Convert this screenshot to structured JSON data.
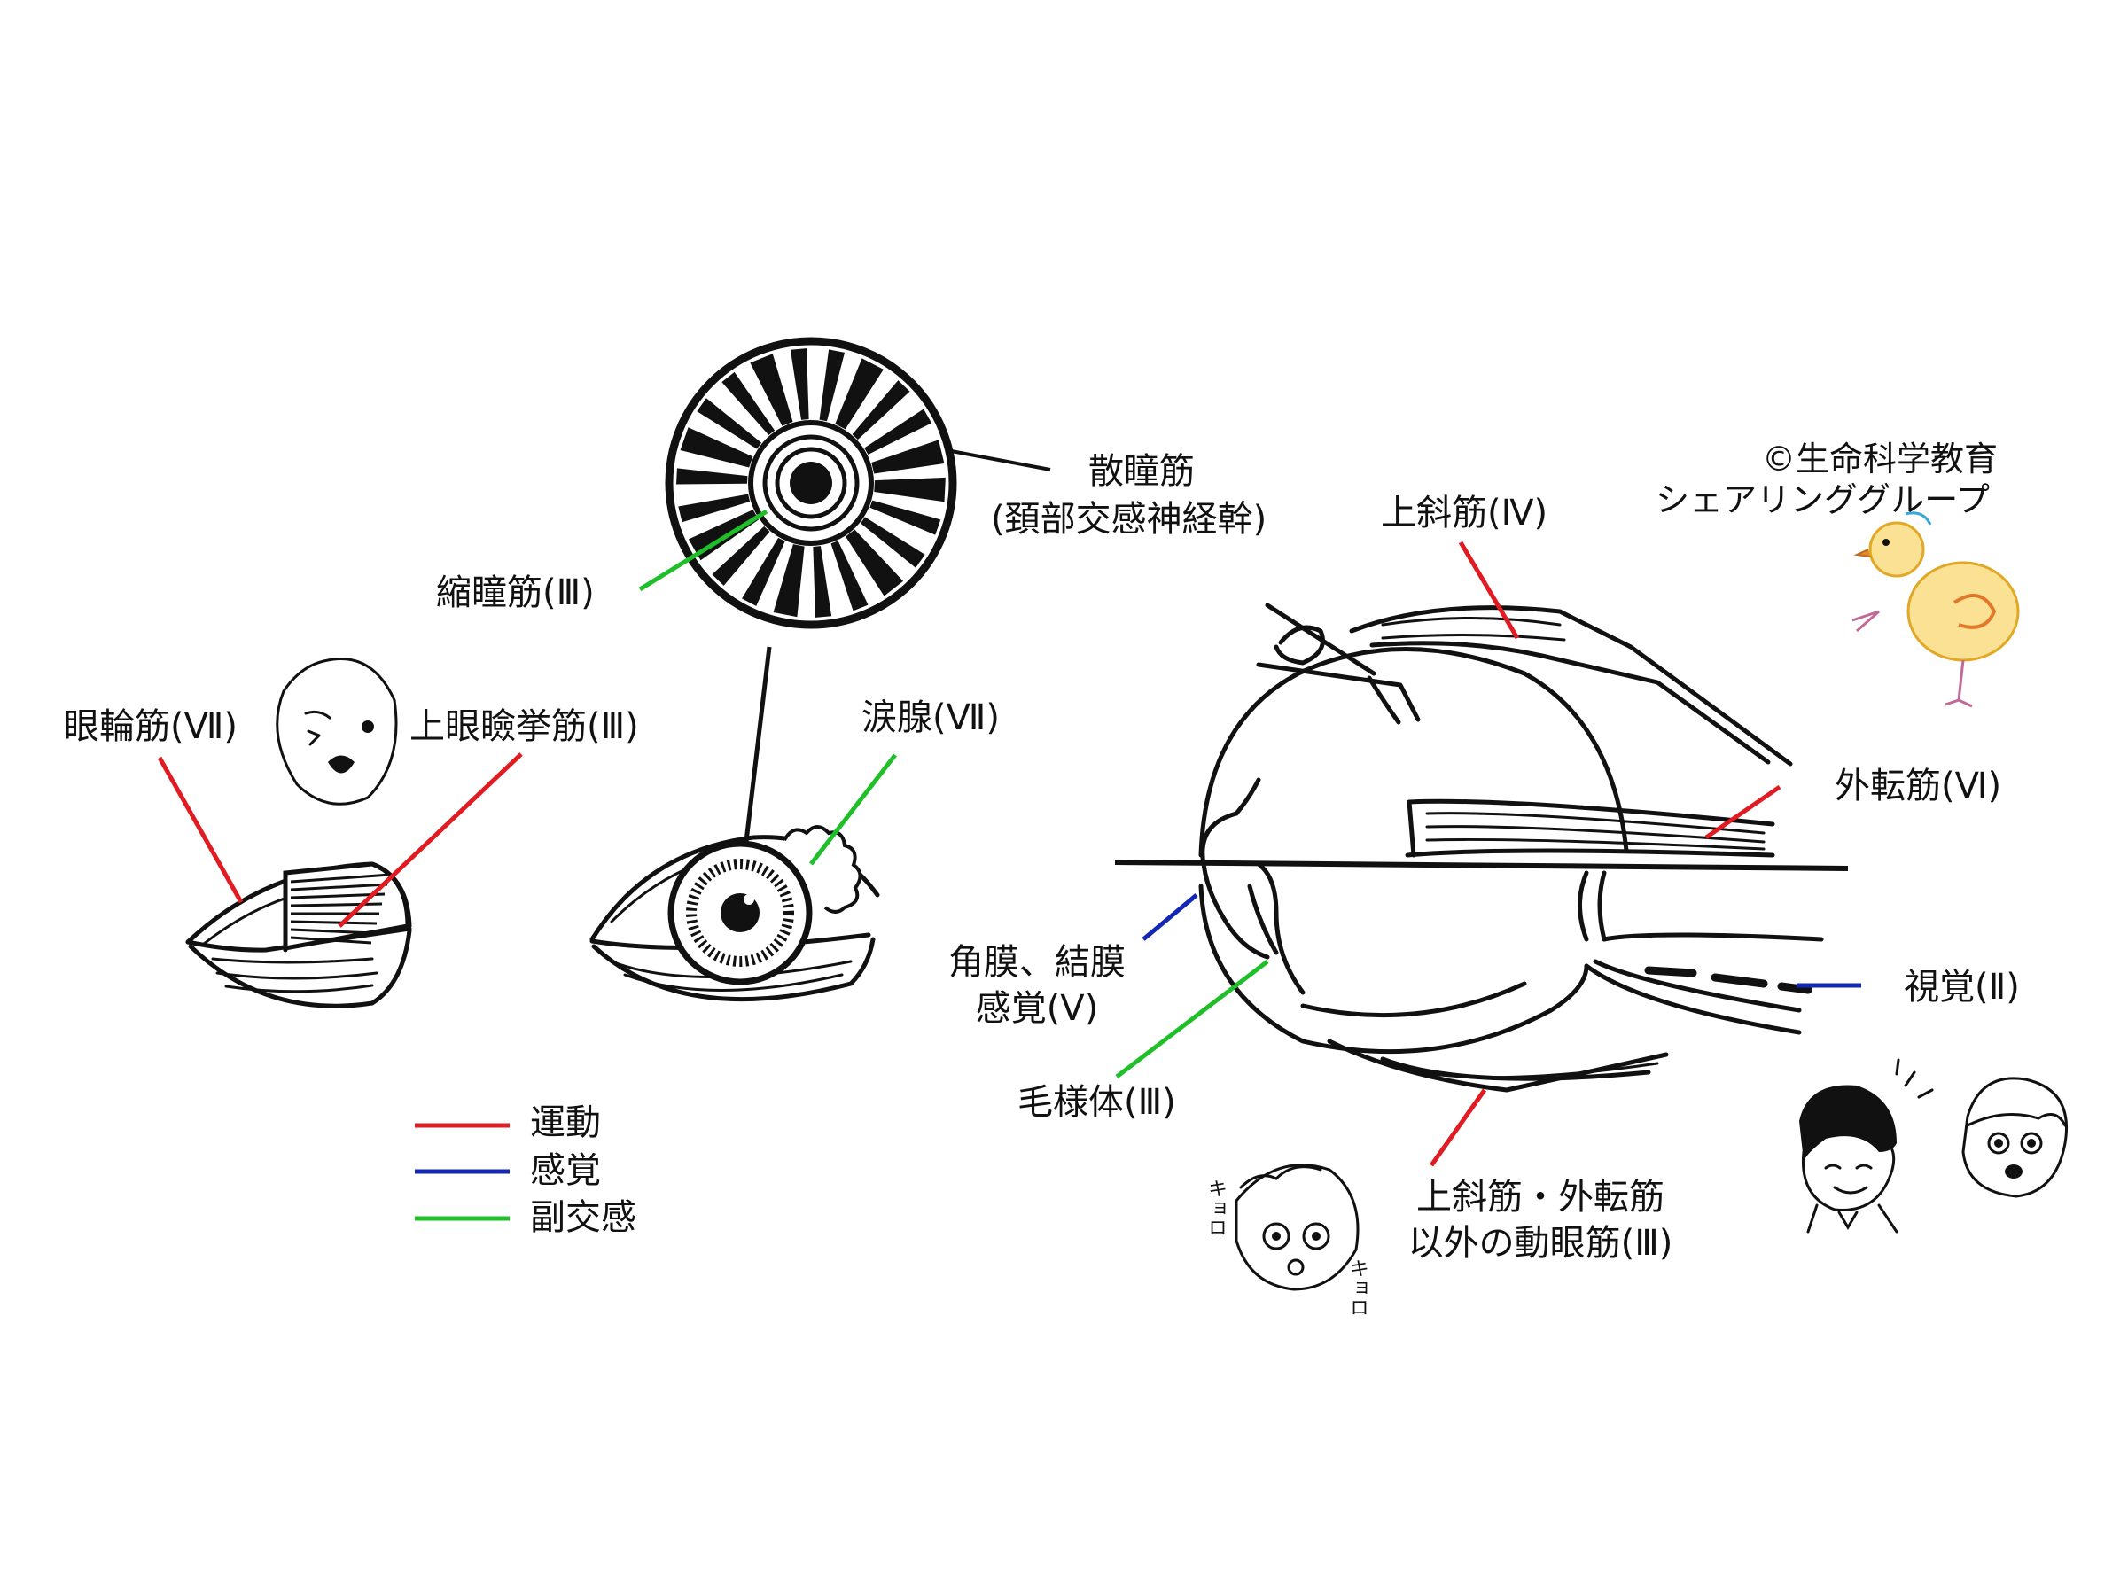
{
  "colors": {
    "motor": "#e11b22",
    "sensory": "#1426b4",
    "parasympathetic": "#1fbf2a",
    "ink": "#111111"
  },
  "labels": {
    "dilator": "散瞳筋",
    "dilator_nerve": "(頚部交感神経幹)",
    "sphincter": "縮瞳筋(Ⅲ)",
    "orbicularis": "眼輪筋(Ⅶ)",
    "levator": "上眼瞼挙筋(Ⅲ)",
    "lacrimal": "涙腺(Ⅶ)",
    "superior_oblique": "上斜筋(Ⅳ)",
    "lateral_rectus": "外転筋(Ⅵ)",
    "cornea_line1": "角膜、結膜",
    "cornea_line2": "感覚(Ⅴ)",
    "ciliary": "毛様体(Ⅲ)",
    "vision": "視覚(Ⅱ)",
    "oculomotor_line1": "上斜筋・外転筋",
    "oculomotor_line2": "以外の動眼筋(Ⅲ)"
  },
  "legend": [
    {
      "name": "運動",
      "color": "#e11b22"
    },
    {
      "name": "感覚",
      "color": "#1426b4"
    },
    {
      "name": "副交感",
      "color": "#1fbf2a"
    }
  ],
  "credit": {
    "line1": "©生命科学教育",
    "line2": "シェアリンググループ"
  },
  "doodle": {
    "kyoro_left": "キョロ",
    "kyoro_right": "キョロ"
  }
}
